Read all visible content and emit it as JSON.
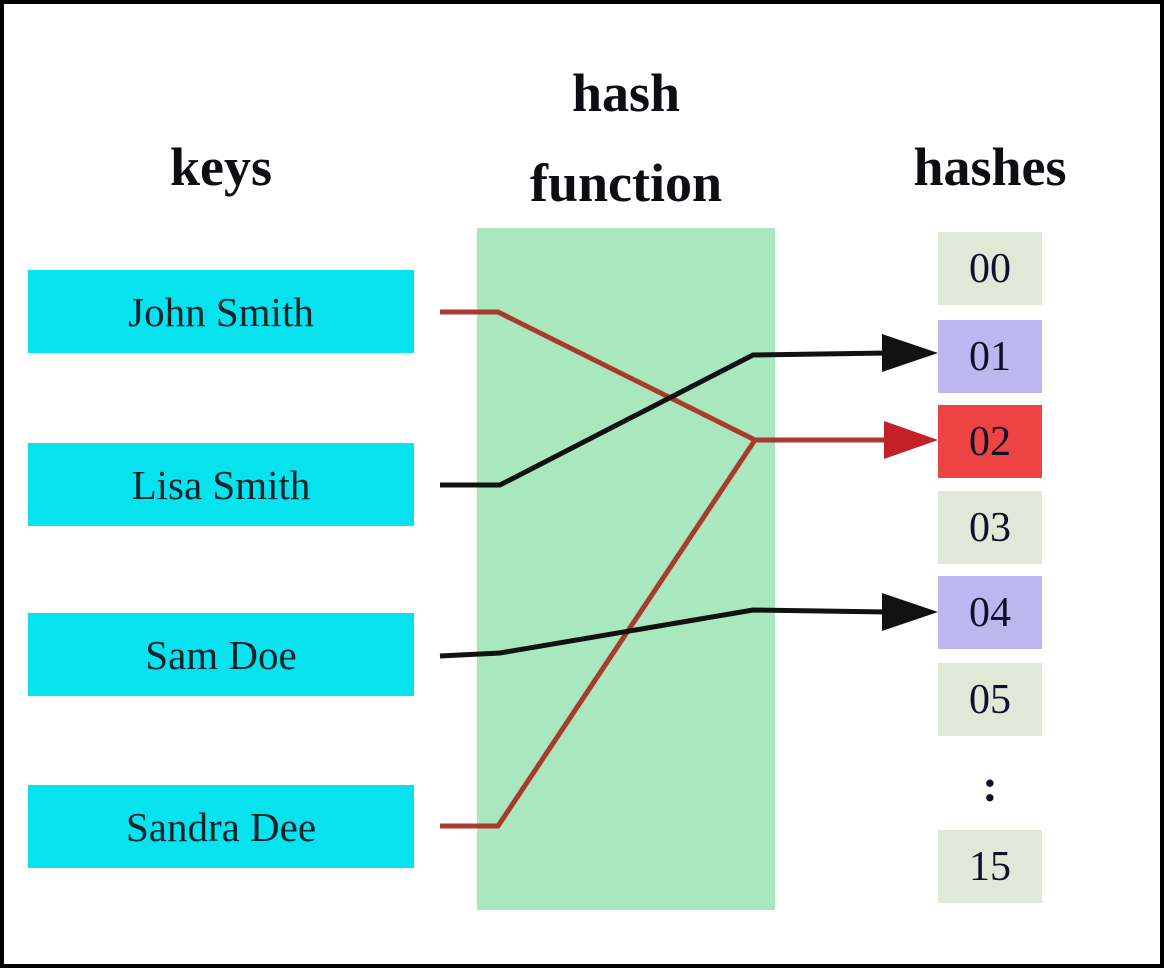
{
  "diagram": {
    "titles": {
      "keys": "keys",
      "hash_function_line1": "hash",
      "hash_function_line2": "function",
      "hashes": "hashes"
    },
    "keys": [
      {
        "label": "John Smith"
      },
      {
        "label": "Lisa Smith"
      },
      {
        "label": "Sam Doe"
      },
      {
        "label": "Sandra Dee"
      }
    ],
    "hash_slots": [
      {
        "index": "00",
        "state": "empty"
      },
      {
        "index": "01",
        "state": "occupied"
      },
      {
        "index": "02",
        "state": "collision"
      },
      {
        "index": "03",
        "state": "empty"
      },
      {
        "index": "04",
        "state": "occupied"
      },
      {
        "index": "05",
        "state": "empty"
      },
      {
        "index": ":",
        "state": "gap"
      },
      {
        "index": "15",
        "state": "empty"
      }
    ],
    "mappings": [
      {
        "from": "John Smith",
        "to": "02",
        "line_color": "#a83a2e"
      },
      {
        "from": "Lisa Smith",
        "to": "01",
        "line_color": "#121212"
      },
      {
        "from": "Sam Doe",
        "to": "04",
        "line_color": "#121212"
      },
      {
        "from": "Sandra Dee",
        "to": "02",
        "line_color": "#a83a2e"
      }
    ],
    "colors": {
      "key_box": "#07e2ef",
      "hash_function_box": "#a9e7be",
      "slot_empty": "#e0e8d8",
      "slot_occupied": "#bdb6ef",
      "slot_collision": "#ed4343",
      "line_black": "#121212",
      "line_red": "#a83a2e",
      "arrowhead_red": "#c42127",
      "text": "#0d0d12"
    }
  }
}
